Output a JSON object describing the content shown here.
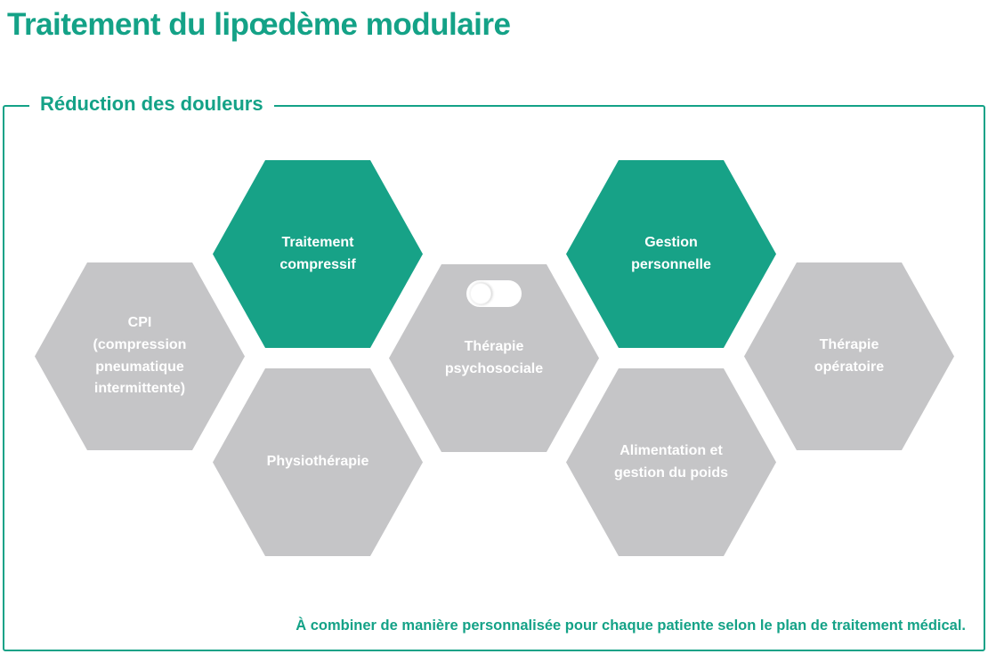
{
  "title": "Traitement du lipœdème modulaire",
  "frame": {
    "label": "Réduction des douleurs"
  },
  "colors": {
    "accent": "#14A287",
    "green": "#17A287",
    "gray": "#C5C5C7"
  },
  "hexagons": [
    {
      "id": "cpi",
      "label": "CPI\n(compression\npneumatique\nintermittente)",
      "state": "inactive"
    },
    {
      "id": "traitement-compressif",
      "label": "Traitement\ncompressif",
      "state": "active"
    },
    {
      "id": "physiotherapie",
      "label": "Physiothérapie",
      "state": "inactive"
    },
    {
      "id": "therapie-psychosociale",
      "label": "Thérapie\npsychosociale",
      "state": "inactive",
      "toggle": "off"
    },
    {
      "id": "gestion-personnelle",
      "label": "Gestion\npersonnelle",
      "state": "active"
    },
    {
      "id": "alimentation-gestion-poids",
      "label": "Alimentation et\ngestion du poids",
      "state": "inactive"
    },
    {
      "id": "therapie-operatoire",
      "label": "Thérapie\nopératoire",
      "state": "inactive"
    }
  ],
  "footer_note": "À combiner de manière personnalisée pour chaque patiente selon le plan de traitement médical."
}
